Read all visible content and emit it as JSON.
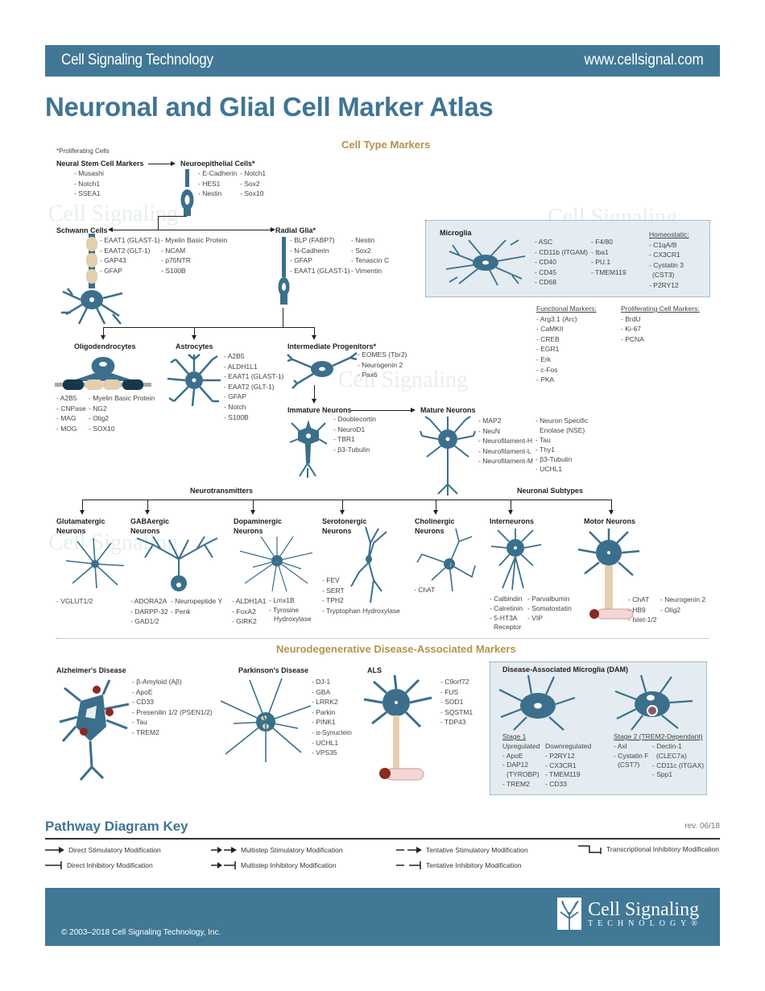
{
  "header": {
    "brand": "Cell Signaling Technology",
    "url": "www.cellsignal.com"
  },
  "title": "Neuronal and Glial Cell Marker Atlas",
  "sections": {
    "cell_type_markers": "Cell Type Markers",
    "neurodegenerative": "Neurodegenerative Disease-Associated Markers"
  },
  "proliferating_note": "*Proliferating Cells",
  "colors": {
    "brand_blue": "#417895",
    "cell_teal": "#3b6f8c",
    "gold": "#b4924a",
    "myelin": "#e3cfae",
    "muscle_red": "#8a2a20",
    "box_bg": "#e4ecf1"
  },
  "cells": {
    "neural_stem": {
      "label": "Neural Stem Cell Markers",
      "markers": [
        "- Musashi",
        "- Notch1",
        "- SSEA1"
      ]
    },
    "neuroepithelial": {
      "label": "Neuroepithelial Cells*",
      "col1": [
        "- E-Cadherin",
        "- HES1",
        "- Nestin"
      ],
      "col2": [
        "- Notch1",
        "- Sox2",
        "- Sox10"
      ]
    },
    "schwann": {
      "label": "Schwann Cells",
      "col1": [
        "- EAAT1 (GLAST-1)",
        "- EAAT2 (GLT-1)",
        "- GAP43",
        "- GFAP"
      ],
      "col2": [
        "- Myelin Basic Protein",
        "- NCAM",
        "- p75NTR",
        "- S100B"
      ]
    },
    "radial_glia": {
      "label": "Radial Glia*",
      "col1": [
        "- BLP (FABP7)",
        "- N-Cadherin",
        "- GFAP",
        "- EAAT1 (GLAST-1)"
      ],
      "col2": [
        "- Nestin",
        "- Sox2",
        "- Tenascin C",
        "- Vimentin"
      ]
    },
    "microglia": {
      "label": "Microglia",
      "col1": [
        "- ASC",
        "- CD11b (ITGAM)",
        "- CD40",
        "- CD45",
        "- CD68"
      ],
      "col2": [
        "- F4/80",
        "- Iba1",
        "- PU.1",
        "- TMEM119"
      ],
      "homeostatic_label": "Homeostatic:",
      "homeostatic": [
        "- C1qA/B",
        "- CX3CR1",
        "- Cystatin 3",
        "(CST3)",
        "- P2RY12"
      ]
    },
    "functional": {
      "label": "Functional Markers:",
      "markers": [
        "- Arg3.1 (Arc)",
        "- CaMKII",
        "- CREB",
        "- EGR1",
        "- Erk",
        "- c-Fos",
        "- PKA"
      ]
    },
    "proliferating": {
      "label": "Proliferating Cell Markers:",
      "markers": [
        "- BrdU",
        "- Ki-67",
        "- PCNA"
      ]
    },
    "oligodendrocytes": {
      "label": "Oligodendrocytes",
      "col1": [
        "- A2B5",
        "- CNPase",
        "- MAG",
        "- MOG"
      ],
      "col2": [
        "- Myelin Basic Protein",
        "- NG2",
        "- Olig2",
        "- SOX10"
      ]
    },
    "astrocytes": {
      "label": "Astrocytes",
      "markers": [
        "- A2B5",
        "- ALDH1L1",
        "- EAAT1 (GLAST-1)",
        "- EAAT2 (GLT-1)",
        "- GFAP",
        "- Notch",
        "- S100B"
      ]
    },
    "intermediate": {
      "label": "Intermediate Progenitors*",
      "markers": [
        "- EOMES (Tbr2)",
        "- Neurogenin 2",
        "- Pax6"
      ]
    },
    "immature": {
      "label": "Immature Neurons",
      "markers": [
        "- Doublecortin",
        "- NeuroD1",
        "- TBR1",
        "- β3-Tubulin"
      ]
    },
    "mature": {
      "label": "Mature Neurons",
      "col1": [
        "- MAP2",
        "- NeuN",
        "- Neurofilament-H",
        "- Neurofilament-L",
        "- Neurofilament-M"
      ],
      "col2": [
        "- Neuron Specific",
        "  Enolase (NSE)",
        "- Tau",
        "- Thy1",
        "- β3-Tubulin",
        "- UCHL1"
      ]
    },
    "neurotransmitters_label": "Neurotransmitters",
    "neuronal_subtypes_label": "Neuronal Subtypes",
    "glutamatergic": {
      "label1": "Glutamatergic",
      "label2": "Neurons",
      "markers": [
        "- VGLUT1/2"
      ]
    },
    "gabaergic": {
      "label1": "GABAergic",
      "label2": "Neurons",
      "col1": [
        "- ADORA2A",
        "- DARPP-32",
        "- GAD1/2"
      ],
      "col2": [
        "- Neuropeptide Y",
        "- Penk"
      ]
    },
    "dopaminergic": {
      "label1": "Dopaminergic",
      "label2": "Neurons",
      "col1": [
        "- ALDH1A1",
        "- FoxA2",
        "- GIRK2"
      ],
      "col2": [
        "- Lmx1B",
        "- Tyrosine",
        "  Hydroxylase"
      ]
    },
    "serotonergic": {
      "label1": "Serotonergic",
      "label2": "Neurons",
      "markers": [
        "- FEV",
        "- SERT",
        "- TPH2",
        "- Tryptophan Hydroxylase"
      ]
    },
    "cholinergic": {
      "label1": "Cholinergic",
      "label2": "Neurons",
      "markers": [
        "- ChAT"
      ]
    },
    "interneurons": {
      "label": "Interneurons",
      "col1": [
        "- Calbindin",
        "- Calretinin",
        "- 5-HT3A",
        "  Receptor"
      ],
      "col2": [
        "- Parvalbumin",
        "- Somatostatin",
        "- VIP"
      ]
    },
    "motor": {
      "label": "Motor Neurons",
      "col1": [
        "- ChAT",
        "- HB9",
        "- Islet-1/2"
      ],
      "col2": [
        "- Neurogenin 2",
        "- Olig2"
      ]
    }
  },
  "diseases": {
    "alzheimers": {
      "label": "Alzheimer's Disease",
      "markers": [
        "- β-Amyloid (Aβ)",
        "- ApoE",
        "- CD33",
        "- Presenilin 1/2 (PSEN1/2)",
        "- Tau",
        "- TREM2"
      ]
    },
    "parkinsons": {
      "label": "Parkinson's Disease",
      "markers": [
        "- DJ-1",
        "- GBA",
        "- LRRK2",
        "- Parkin",
        "- PINK1",
        "- α-Synuclein",
        "- UCHL1",
        "- VPS35"
      ]
    },
    "als": {
      "label": "ALS",
      "markers": [
        "- C9orf72",
        "- FUS",
        "- SOD1",
        "- SQSTM1",
        "- TDP43"
      ]
    },
    "dam": {
      "label": "Disease-Associated Microglia (DAM)",
      "stage1_label": "Stage 1",
      "up_label": "Upregulated",
      "up": [
        "- ApoE",
        "- DAP12",
        "  (TYROBP)",
        "- TREM2"
      ],
      "down_label": "Downregulated",
      "down": [
        "- P2RY12",
        "- CX3CR1",
        "- TMEM119",
        "- CD33"
      ],
      "stage2_label": "Stage 2 (TREM2-Dependant)",
      "s2col1": [
        "- Axl",
        "- Cystatin F",
        "  (CST7)"
      ],
      "s2col2": [
        "- Dectin-1",
        "  (CLEC7a)",
        "- CD11c (ITGAX)",
        "- Spp1"
      ]
    }
  },
  "key": {
    "title": "Pathway Diagram Key",
    "rev": "rev. 06/18",
    "items": [
      "Direct Stimulatory Modification",
      "Multistep Stimulatory Modification",
      "Tentative Stimulatory Modification",
      "Transcriptional Inhibitory Modification",
      "Direct Inhibitory Modification",
      "Multistep Inhibitory Modification",
      "Tentative Inhibitory Modification"
    ]
  },
  "footer": {
    "copyright": "© 2003–2018 Cell Signaling Technology, Inc.",
    "logo_line1": "Cell Signaling",
    "logo_line2": "TECHNOLOGY®"
  }
}
